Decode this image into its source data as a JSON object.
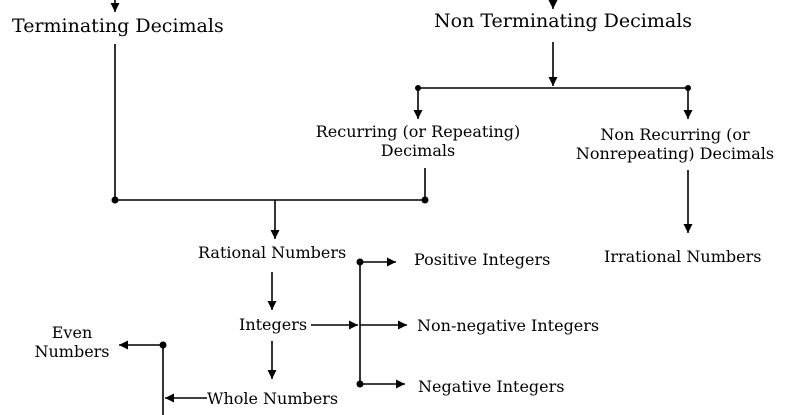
{
  "nodes": {
    "terminating": "Terminating Decimals",
    "non_terminating": "Non Terminating Decimals",
    "recurring": [
      "Recurring (or Repeating)",
      "Decimals"
    ],
    "non_recurring": [
      "Non Recurring (or",
      "Nonrepeating) Decimals"
    ],
    "rational": "Rational Numbers",
    "irrational": "Irrational Numbers",
    "integers": "Integers",
    "positive_integers": "Positive Integers",
    "non_negative_integers": "Non-negative Integers",
    "negative_integers": "Negative Integers",
    "whole_numbers": "Whole Numbers",
    "even_numbers": [
      "Even",
      "Numbers"
    ]
  }
}
